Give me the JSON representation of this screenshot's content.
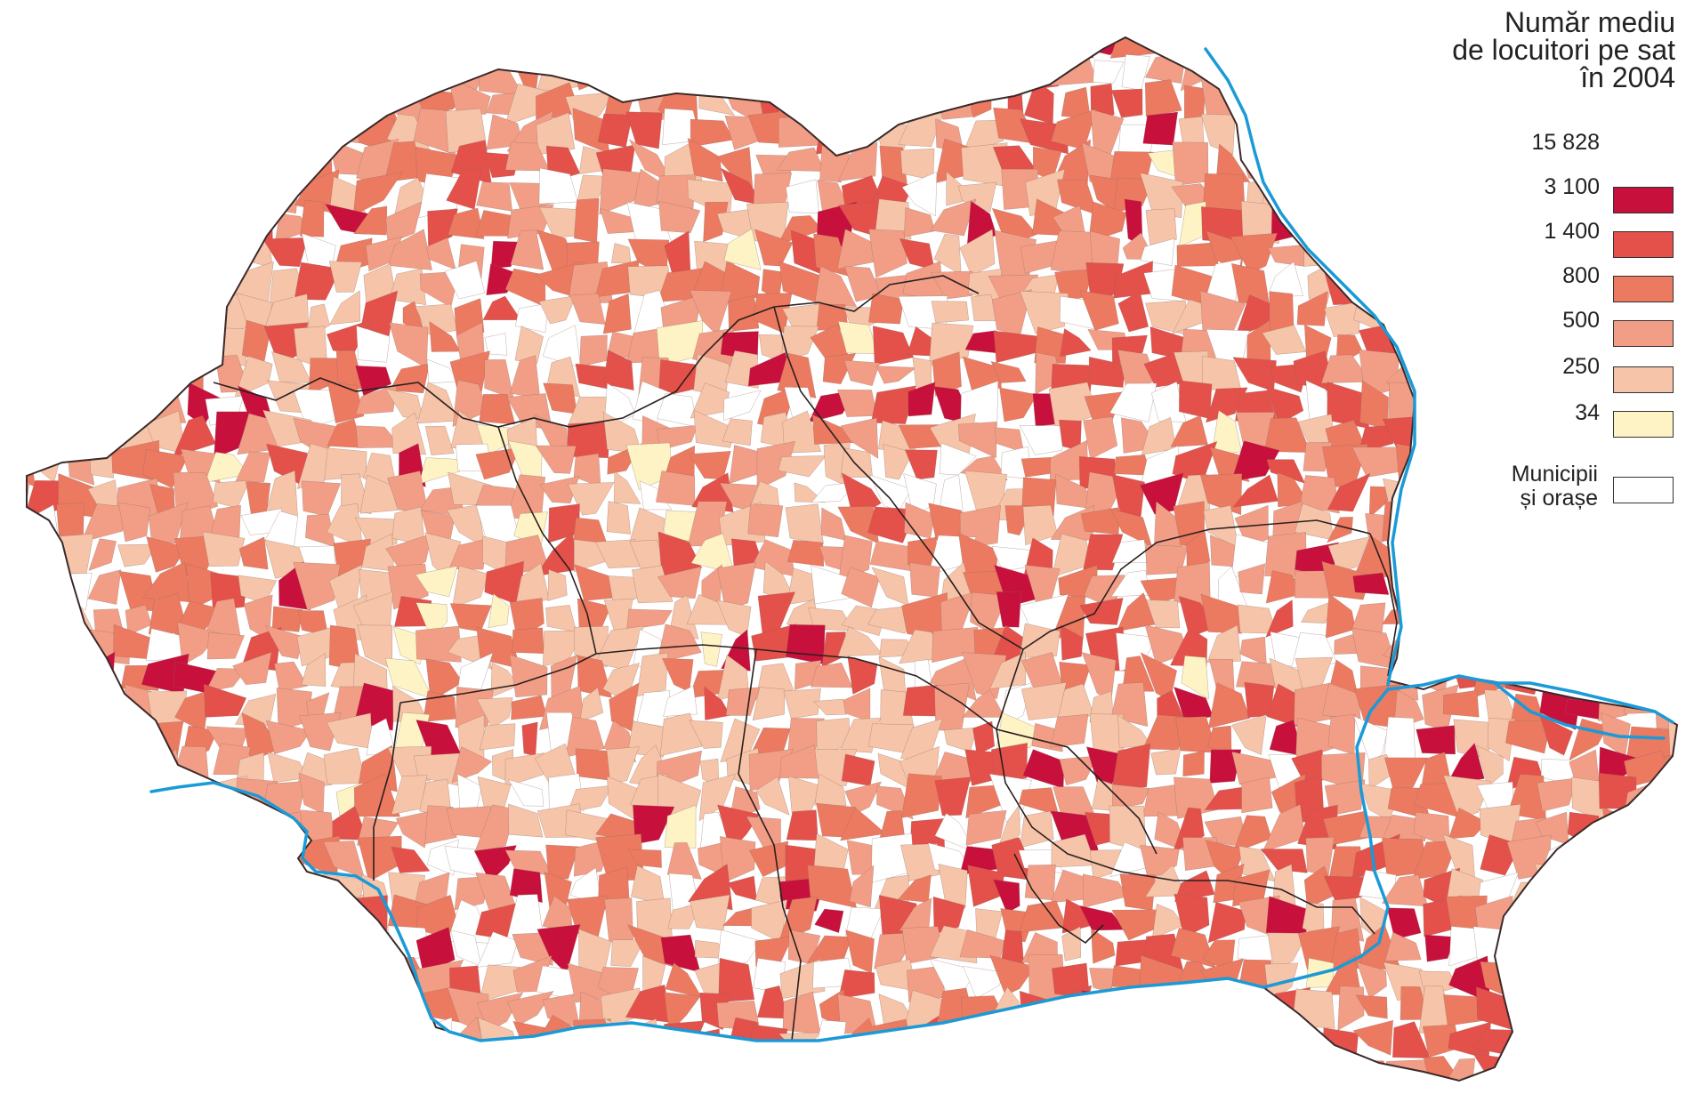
{
  "legend": {
    "title_lines": [
      "Număr mediu",
      "de locuitori pe sat",
      "în 2004"
    ],
    "breaks": [
      "15 828",
      "3 100",
      "1 400",
      "800",
      "500",
      "250",
      "34"
    ],
    "class_colors": [
      "#c8103c",
      "#e4504a",
      "#ec7a60",
      "#f29e86",
      "#f6c4a8",
      "#fdf3c4"
    ],
    "towns_label_lines": [
      "Municipii",
      "și orașe"
    ],
    "towns_color": "#ffffff"
  },
  "colors": {
    "danube": "#1a9ad6",
    "region_border": "#2a2020",
    "commune_border": "#8a6a60"
  }
}
